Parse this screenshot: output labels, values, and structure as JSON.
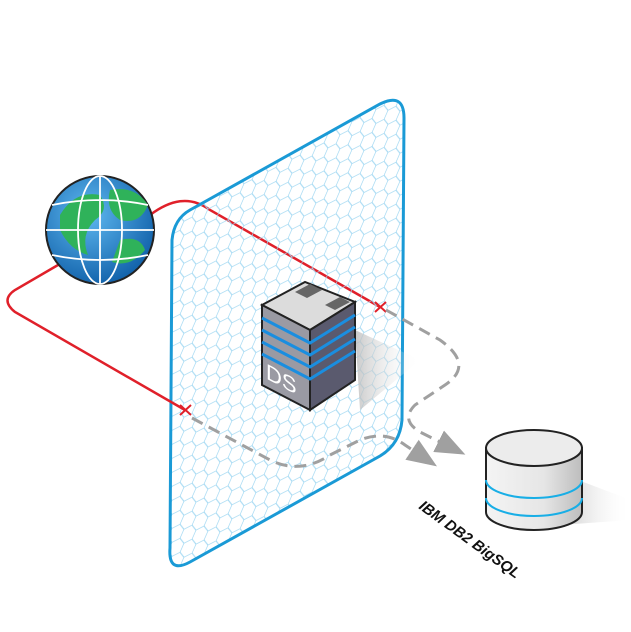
{
  "diagram": {
    "server_label": "DS",
    "database_label": "IBM DB2 BigSQL",
    "colors": {
      "firewall": "#1a9ad6",
      "connection": "#e0202a",
      "data_flow": "#a0a0a0",
      "globe_land": "#2fb25a",
      "globe_sea": "#1a7fd0"
    },
    "icons": [
      "globe-icon",
      "server-icon",
      "database-icon",
      "firewall-panel"
    ]
  }
}
